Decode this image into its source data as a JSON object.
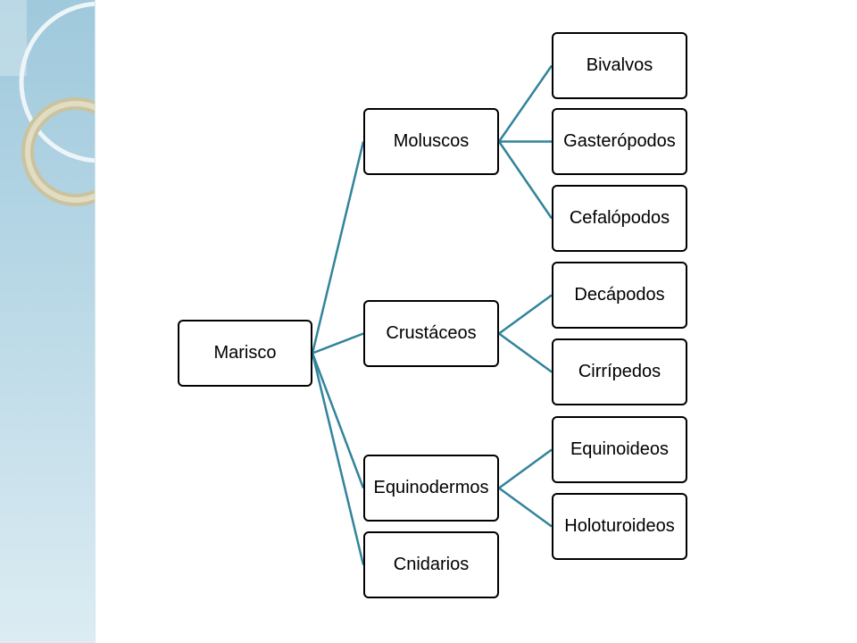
{
  "diagram": {
    "root": "Marisco",
    "groups": [
      {
        "label": "Moluscos",
        "children": [
          "Bivalvos",
          "Gasterópodos",
          "Cefalópodos"
        ]
      },
      {
        "label": "Crustáceos",
        "children": [
          "Decápodos",
          "Cirrípedos"
        ]
      },
      {
        "label": "Equinodermos",
        "children": [
          "Equinoideos",
          "Holoturoideos"
        ]
      },
      {
        "label": "Cnidarios",
        "children": []
      }
    ]
  },
  "colors": {
    "connector": "#31849b",
    "node_border": "#000000",
    "sidebar": "#a8cfe0"
  }
}
